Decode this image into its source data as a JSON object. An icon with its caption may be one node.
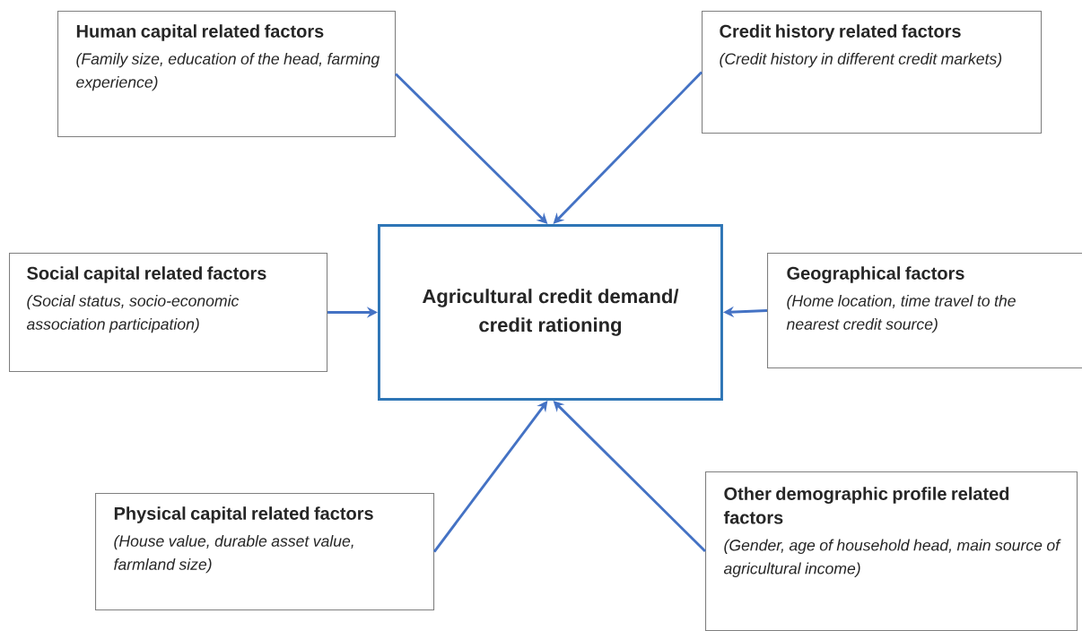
{
  "diagram": {
    "nodes": [
      {
        "text": [
          "Agricultural credit demand/ credit rationing"
        ]
      },
      {
        "text": [
          "Human capital related factors",
          "(Family size, education of the head, farming experience)"
        ]
      },
      {
        "text": [
          "Credit history related factors",
          "(Credit history in different credit markets)"
        ]
      },
      {
        "text": [
          "Social capital related factors",
          "(Social status, socio-economic association participation)"
        ]
      },
      {
        "text": [
          "Geographical factors",
          "(Home location, time travel to the nearest credit source)"
        ]
      },
      {
        "text": [
          "Physical capital related factors",
          "(House value, durable asset value, farmland size)"
        ]
      },
      {
        "text": [
          "Other demographic profile related factors",
          "(Gender, age of household head, main source of agricultural income)"
        ]
      }
    ],
    "edges": [
      {
        "from": 1,
        "to": 0,
        "arrow": "to"
      },
      {
        "from": 2,
        "to": 0,
        "arrow": "to"
      },
      {
        "from": 3,
        "to": 0,
        "arrow": "to"
      },
      {
        "from": 4,
        "to": 0,
        "arrow": "to"
      },
      {
        "from": 5,
        "to": 0,
        "arrow": "to"
      },
      {
        "from": 6,
        "to": 0,
        "arrow": "to"
      }
    ]
  }
}
